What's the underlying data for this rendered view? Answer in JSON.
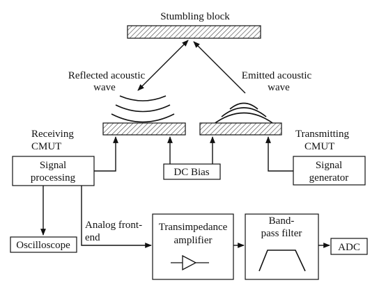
{
  "labels": {
    "stumbling_block": "Stumbling block",
    "reflected_line1": "Reflected acoustic",
    "reflected_line2": "wave",
    "emitted_line1": "Emitted acoustic",
    "emitted_line2": "wave",
    "receiving_line1": "Receiving",
    "receiving_line2": "CMUT",
    "transmitting_line1": "Transmitting",
    "transmitting_line2": "CMUT",
    "signal_processing_line1": "Signal",
    "signal_processing_line2": "processing",
    "dc_bias": "DC  Bias",
    "signal_generator_line1": "Signal",
    "signal_generator_line2": "generator",
    "analog_front_end_line1": "Analog front-",
    "analog_front_end_line2": "end",
    "oscilloscope": "Oscilloscope",
    "transimpedance_line1": "Transimpedance",
    "transimpedance_line2": "amplifier",
    "bandpass_line1": "Band-",
    "bandpass_line2": "pass filter",
    "adc": "ADC"
  }
}
